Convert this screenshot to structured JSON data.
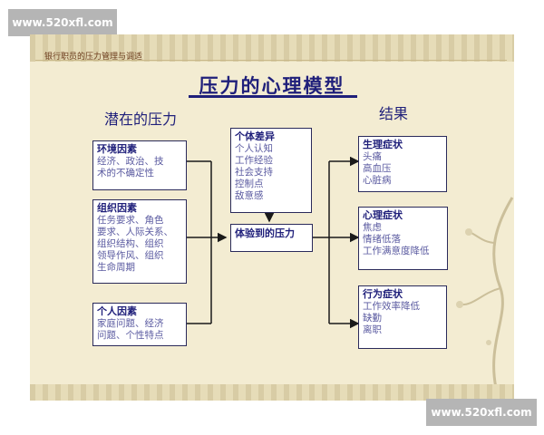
{
  "watermark_top": "www.520xfl.com",
  "watermark_bottom": "www.520xfl.com",
  "slide_header": "银行职员的压力管理与调适",
  "title": "压力的心理模型",
  "col_left": "潜在的压力",
  "col_right": "结果",
  "factors": [
    {
      "title": "环境因素",
      "lines": [
        "经济、政治、技",
        "术的不确定性"
      ]
    },
    {
      "title": "组织因素",
      "lines": [
        "任务要求、角色",
        "要求、人际关系、",
        "组织结构、组织",
        "领导作风、组织",
        "生命周期"
      ]
    },
    {
      "title": "个人因素",
      "lines": [
        "家庭问题、经济",
        "问题、个性特点"
      ]
    }
  ],
  "individual_diff": {
    "title": "个体差异",
    "lines": [
      "个人认知",
      "工作经验",
      "社会支持",
      "控制点",
      "敌意感"
    ]
  },
  "experienced": {
    "title": "体验到的压力"
  },
  "outcomes": [
    {
      "title": "生理症状",
      "lines": [
        "头痛",
        "高血压",
        "心脏病"
      ]
    },
    {
      "title": "心理症状",
      "lines": [
        "焦虑",
        "情绪低落",
        "工作满意度降低"
      ]
    },
    {
      "title": "行为症状",
      "lines": [
        "工作效率降低",
        "缺勤",
        "离职"
      ]
    }
  ]
}
